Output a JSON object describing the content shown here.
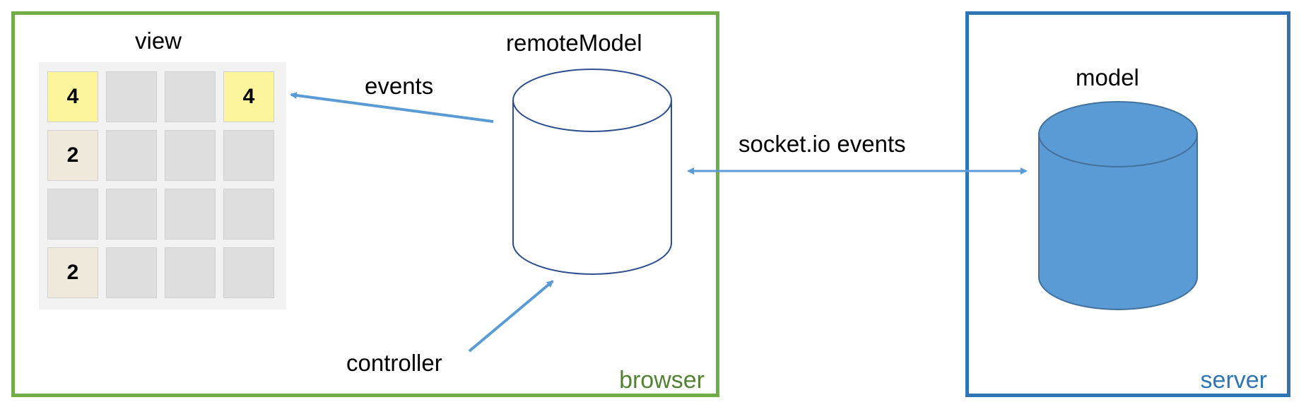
{
  "browser": {
    "label": "browser",
    "view": {
      "title": "view",
      "grid": [
        [
          "4",
          "",
          "",
          "4"
        ],
        [
          "2",
          "",
          "",
          ""
        ],
        [
          "",
          "",
          "",
          ""
        ],
        [
          "2",
          "",
          "",
          ""
        ]
      ]
    },
    "remote_model_label": "remoteModel",
    "events_label": "events",
    "controller_label": "controller"
  },
  "link_label": "socket.io events",
  "server": {
    "label": "server",
    "model_label": "model"
  },
  "colors": {
    "browser_border": "#70ad47",
    "browser_text": "#548235",
    "server_border": "#2e75b6",
    "server_text": "#2e75b6",
    "arrow": "#5b9bd5",
    "model_fill": "#5b9bd5",
    "tile_4": "#fdf59b",
    "tile_2": "#efe9db",
    "tile_empty": "#dedede"
  }
}
